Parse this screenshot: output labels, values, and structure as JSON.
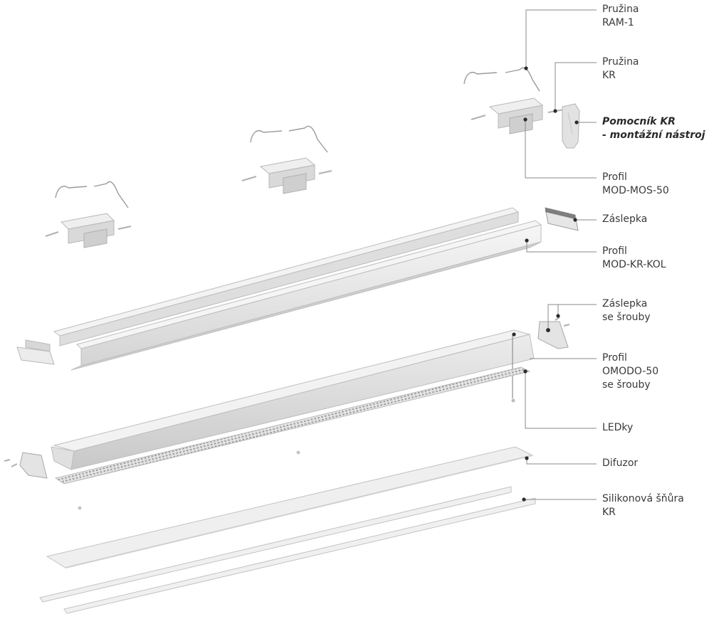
{
  "labels": {
    "spring_ram": [
      "Pružina",
      "RAM-1"
    ],
    "spring_kr": [
      "Pružina",
      "KR"
    ],
    "helper": [
      "Pomocník KR",
      "- montážní nástroj"
    ],
    "profile_mos": [
      "Profil",
      "MOD-MOS-50"
    ],
    "endcap": [
      "Záslepka"
    ],
    "profile_kr_kol": [
      "Profil",
      "MOD-KR-KOL"
    ],
    "endcap_screws": [
      "Záslepka",
      "se šrouby"
    ],
    "profile_omodo": [
      "Profil",
      "OMODO-50",
      "se šrouby"
    ],
    "leds": [
      "LEDky"
    ],
    "diffuser": [
      "Difuzor"
    ],
    "silicone_cord": [
      "Silikonová šňůra",
      "KR"
    ]
  },
  "colors": {
    "line": "#8a8a8a",
    "dot": "#2b2b2b",
    "aluminium_light": "#f1f1f1",
    "aluminium_mid": "#dcdcdc",
    "aluminium_dark": "#bdbdbd"
  }
}
